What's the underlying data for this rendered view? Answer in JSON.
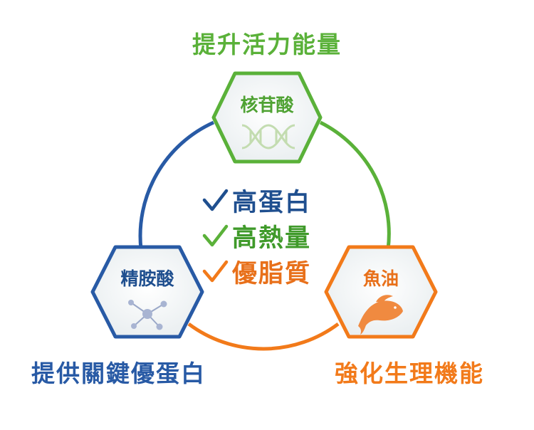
{
  "captions": {
    "top": "提升活力能量",
    "bottom_left": "提供關鍵優蛋白",
    "bottom_right": "強化生理機能"
  },
  "nodes": {
    "top": {
      "label": "核苷酸",
      "icon": "dna-icon",
      "color": "#5ab139"
    },
    "left": {
      "label": "精胺酸",
      "icon": "molecule-icon",
      "color": "#285aa5"
    },
    "right": {
      "label": "魚油",
      "icon": "fish-icon",
      "color": "#f27a1a"
    }
  },
  "center": {
    "items": [
      {
        "text": "高蛋白",
        "color": "#1f4f8f",
        "check_color": "#1f4f8f"
      },
      {
        "text": "高熱量",
        "color": "#3f9a2a",
        "check_color": "#5ab139"
      },
      {
        "text": "優脂質",
        "color": "#e8701a",
        "check_color": "#f27a1a"
      }
    ]
  },
  "colors": {
    "green": "#5ab139",
    "blue": "#285aa5",
    "orange": "#f27a1a"
  }
}
